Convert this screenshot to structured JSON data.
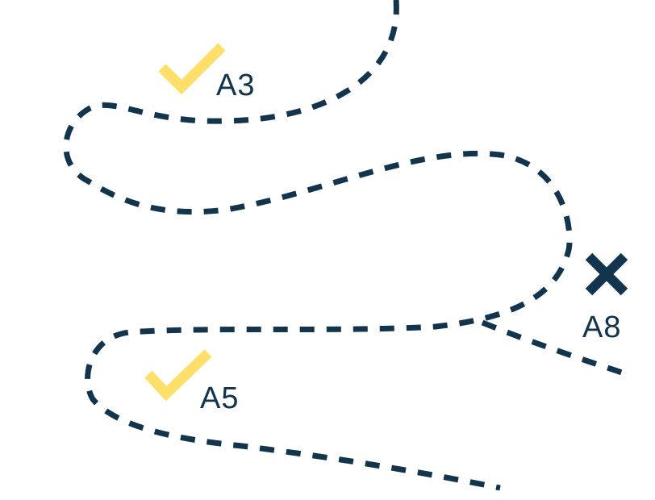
{
  "colors": {
    "path": "#12344d",
    "check": "#fddf6a",
    "cross": "#12344d",
    "background": "#ffffff"
  },
  "markers": [
    {
      "label": "A3",
      "icon": "check-icon",
      "status": "reached"
    },
    {
      "label": "A8",
      "icon": "cross-icon",
      "status": "blocked"
    },
    {
      "label": "A5",
      "icon": "check-icon",
      "status": "reached"
    }
  ]
}
